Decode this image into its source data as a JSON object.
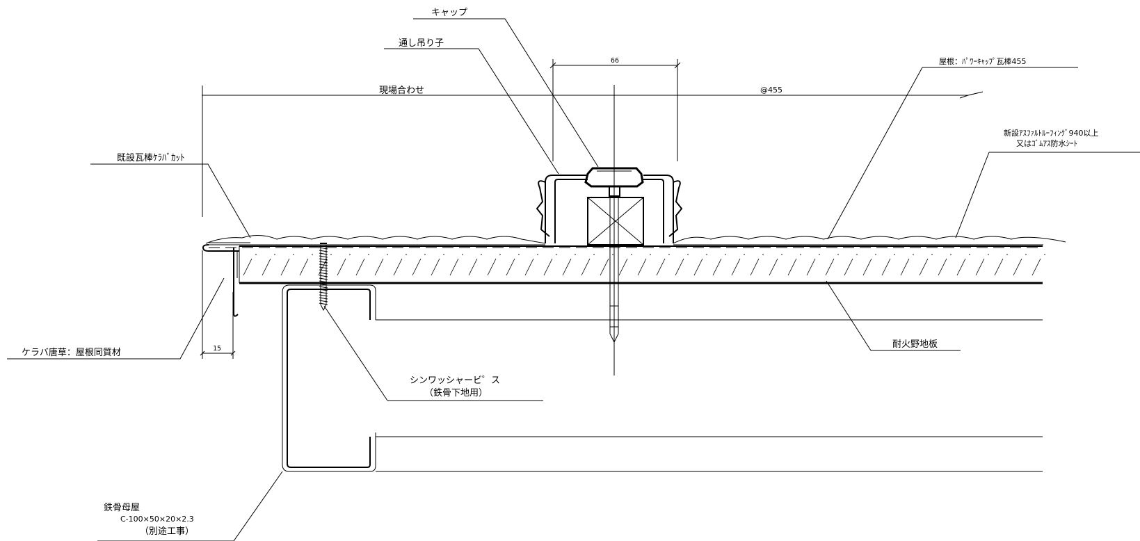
{
  "labels": {
    "cap": "キャップ",
    "through_hanger": "通し吊り子",
    "site_fit": "現場合わせ",
    "pitch": "@455",
    "roof": "屋根：ﾊﾟﾜｰｷｬｯﾌﾟ瓦棒455",
    "underlay_1": "新設ｱｽﾌｧﾙﾄﾙｰﾌｨﾝｸﾞ940以上",
    "underlay_2": "又はｺﾞﾑｱｽ防水ｼｰﾄ",
    "existing_cut": "既設瓦棒ｹﾗﾊﾞｶｯﾄ",
    "verge_trim": "ケラバ唐草：屋根同質材",
    "screw_1": "シンワッシャービ゜ス",
    "screw_2": "（鉄骨下地用）",
    "fire_board": "耐火野地板",
    "purlin_1": "鉄骨母屋",
    "purlin_2": "C-100×50×20×2.3",
    "purlin_3": "（別途工事）"
  },
  "dimensions": {
    "cap_width": "66",
    "edge_width": "15"
  }
}
